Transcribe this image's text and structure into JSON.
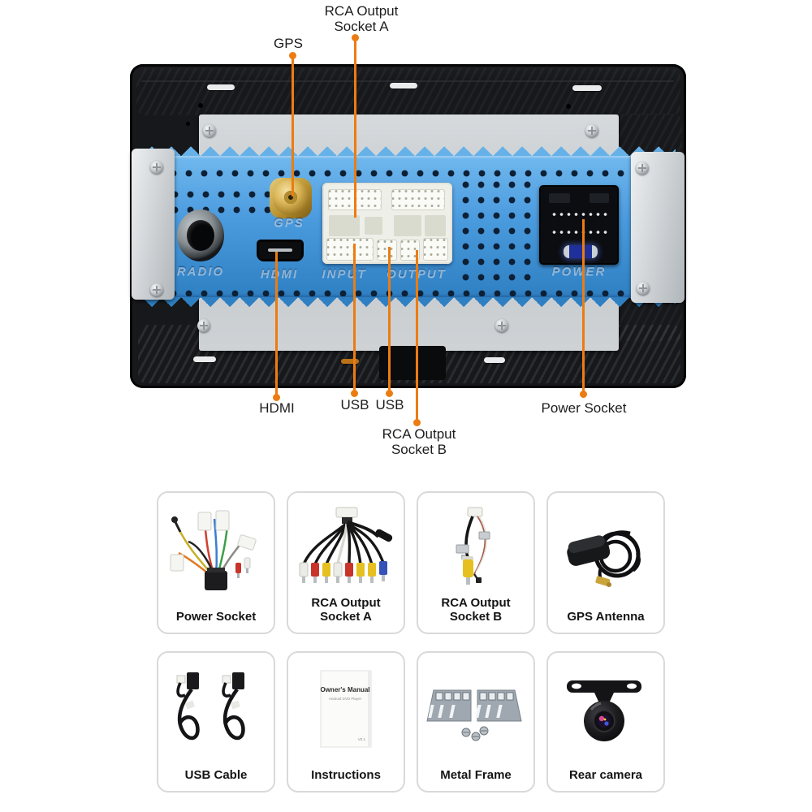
{
  "colors": {
    "accent_orange": "#ec7c12",
    "panel_blue": "#3f93d6",
    "device_black": "#17181b",
    "plate_gray": "#c9ced1"
  },
  "callouts": {
    "gps": {
      "label": "GPS"
    },
    "rca_a": {
      "line1": "RCA Output",
      "line2": "Socket A"
    },
    "hdmi": {
      "label": "HDMI"
    },
    "usb_left": {
      "label": "USB"
    },
    "usb_right": {
      "label": "USB"
    },
    "rca_b": {
      "line1": "RCA Output",
      "line2": "Socket B"
    },
    "power": {
      "label": "Power Socket"
    }
  },
  "panel": {
    "radio": "RADIO",
    "gps": "GPS",
    "hdmi": "HDMI",
    "input": "INPUT",
    "output": "OUTPUT",
    "power": "POWER"
  },
  "cards": {
    "power_socket": {
      "label": "Power Socket"
    },
    "rca_a": {
      "line1": "RCA Output",
      "line2": "Socket A"
    },
    "rca_b": {
      "line1": "RCA Output",
      "line2": "Socket B"
    },
    "gps_antenna": {
      "label": "GPS Antenna"
    },
    "usb_cable": {
      "label": "USB Cable"
    },
    "instructions": {
      "label": "Instructions",
      "manual_title": "Owner's Manual",
      "manual_subtitle": "Android DVD Player",
      "manual_version": "V0.1"
    },
    "metal_frame": {
      "label": "Metal Frame"
    },
    "rear_camera": {
      "label": "Rear camera"
    }
  }
}
